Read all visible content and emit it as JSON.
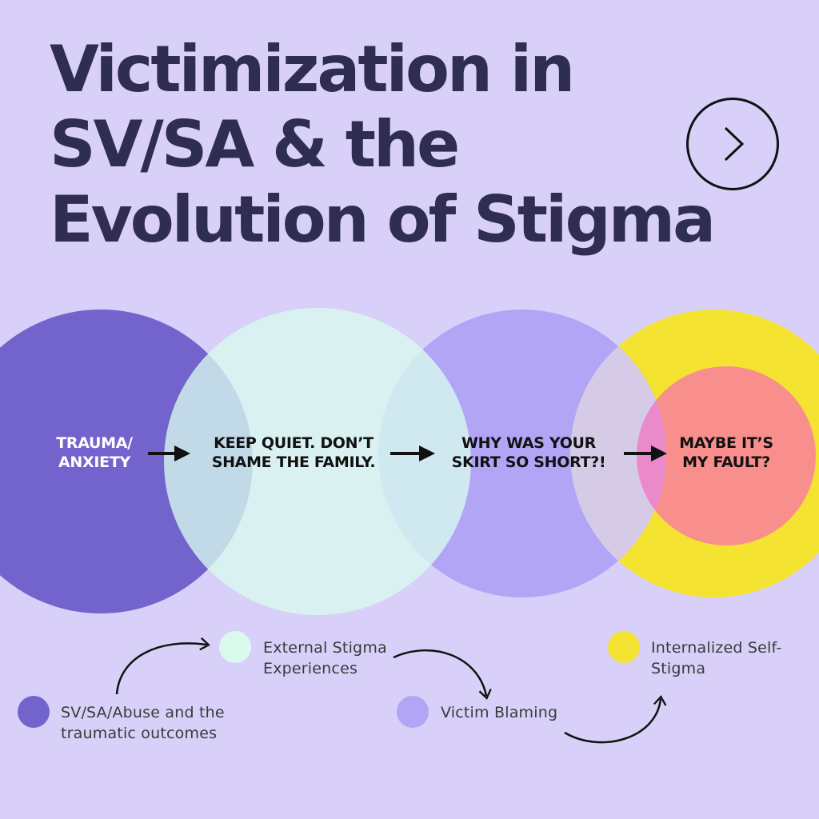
{
  "title": {
    "line1": "Victimization in",
    "line2": "SV/SA & the",
    "line3": "Evolution of Stigma"
  },
  "next_button": {
    "icon": "chevron-right-icon"
  },
  "colors": {
    "background": "#d8d0f8",
    "trauma": "#7264cc",
    "external": "#d9fbee",
    "blaming": "#b2a5f6",
    "internalized": "#f5e332",
    "inner": "#f98f8d",
    "title": "#2f2e52"
  },
  "stages": [
    {
      "line1": "TRAUMA/",
      "line2": "ANXIETY"
    },
    {
      "line1": "KEEP QUIET. DON’T",
      "line2": "SHAME THE FAMILY."
    },
    {
      "line1": "WHY WAS YOUR",
      "line2": "SKIRT SO SHORT?!"
    },
    {
      "line1": "MAYBE IT’S",
      "line2": "MY FAULT?"
    }
  ],
  "legend": [
    {
      "line1": "SV/SA/Abuse and the",
      "line2": "traumatic outcomes"
    },
    {
      "line1": "External Stigma",
      "line2": "Experiences"
    },
    {
      "line1": "Victim Blaming",
      "line2": ""
    },
    {
      "line1": "Internalized Self-",
      "line2": "Stigma"
    }
  ]
}
